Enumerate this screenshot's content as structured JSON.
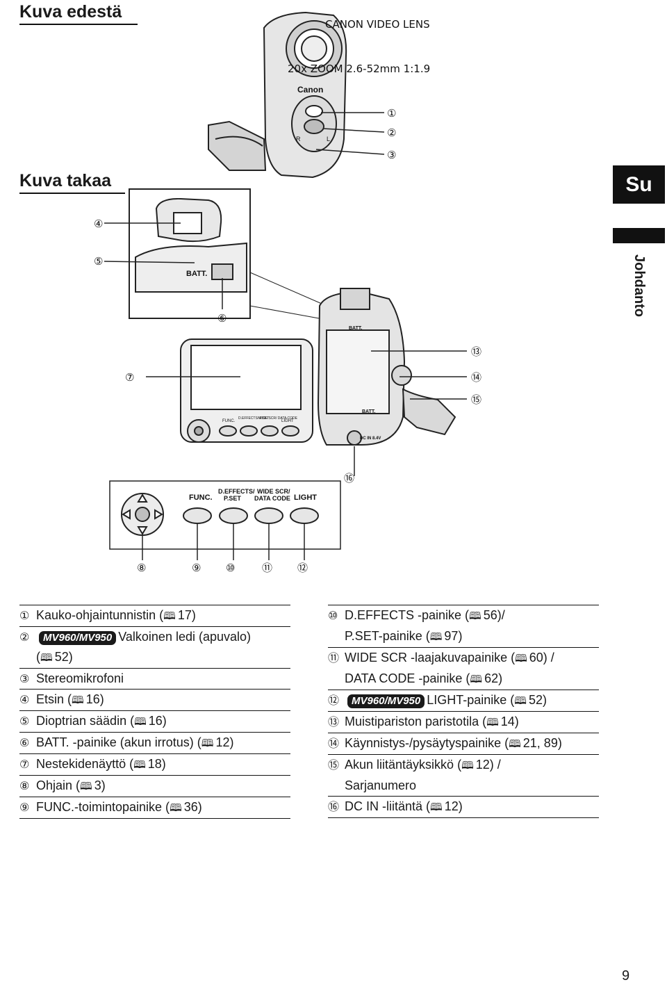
{
  "headings": {
    "front": "Kuva edestä",
    "back": "Kuva takaa"
  },
  "side_tab": {
    "language": "Su",
    "section": "Johdanto"
  },
  "icons": {
    "book": "book-icon"
  },
  "illustration_labels": {
    "lens_ring_top": "CANON VIDEO LENS",
    "lens_ring_bottom": "20x ZOOM  2.6-52mm  1:1.9",
    "brand": "Canon",
    "mic_r": "R",
    "mic_l": "L",
    "batt_eyepiece": "BATT.",
    "batt_small": "BATT.",
    "batt_battery": "BATT.",
    "lcd_func": "FUNC.",
    "lcd_deffects": "D.EFFECTS/ P.SET",
    "lcd_widescr": "WIDE SCR/ DATA CODE",
    "lcd_light": "LIGHT",
    "dcin": "DC IN 8.4V",
    "btn_func": "FUNC.",
    "btn_deffects_1": "D.EFFECTS/",
    "btn_deffects_2": "P.SET",
    "btn_widescr_1": "WIDE SCR/",
    "btn_widescr_2": "DATA CODE",
    "btn_light": "LIGHT"
  },
  "callouts": [
    "①",
    "②",
    "③",
    "④",
    "⑤",
    "⑥",
    "⑦",
    "⑧",
    "⑨",
    "⑩",
    "⑪",
    "⑫",
    "⑬",
    "⑭",
    "⑮",
    "⑯"
  ],
  "legend_left": [
    {
      "num": "①",
      "text": "Kauko-ohjaintunnistin (",
      "ref": "17)"
    },
    {
      "num": "②",
      "badge": "MV960/MV950",
      "text": "Valkoinen ledi (apuvalo)",
      "cont_pre": "(",
      "cont_ref": "52)"
    },
    {
      "num": "③",
      "text": "Stereomikrofoni"
    },
    {
      "num": "④",
      "text": "Etsin (",
      "ref": "16)"
    },
    {
      "num": "⑤",
      "text": "Dioptrian säädin (",
      "ref": "16)"
    },
    {
      "num": "⑥",
      "text": "BATT. -painike (akun irrotus) (",
      "ref": "12)"
    },
    {
      "num": "⑦",
      "text": "Nestekidenäyttö (",
      "ref": "18)"
    },
    {
      "num": "⑧",
      "text": "Ohjain (",
      "ref": "3)"
    },
    {
      "num": "⑨",
      "text": "FUNC.-toimintopainike (",
      "ref": "36)"
    }
  ],
  "legend_right": [
    {
      "num": "⑩",
      "text": "D.EFFECTS -painike (",
      "ref": "56)/",
      "cont": "P.SET-painike (",
      "cont_ref": "97)"
    },
    {
      "num": "⑪",
      "text": "WIDE SCR -laajakuvapainike (",
      "ref": "60) /",
      "cont": "DATA CODE -painike (",
      "cont_ref": "62)"
    },
    {
      "num": "⑫",
      "badge": "MV960/MV950",
      "text": "LIGHT-painike (",
      "ref": "52)"
    },
    {
      "num": "⑬",
      "text": "Muistipariston paristotila (",
      "ref": "14)"
    },
    {
      "num": "⑭",
      "text": "Käynnistys-/pysäytyspainike (",
      "ref": "21, 89)"
    },
    {
      "num": "⑮",
      "text": "Akun liitäntäyksikkö (",
      "ref": "12) /",
      "cont": "Sarjanumero"
    },
    {
      "num": "⑯",
      "text": "DC IN -liitäntä (",
      "ref": "12)"
    }
  ],
  "page_number": "9"
}
